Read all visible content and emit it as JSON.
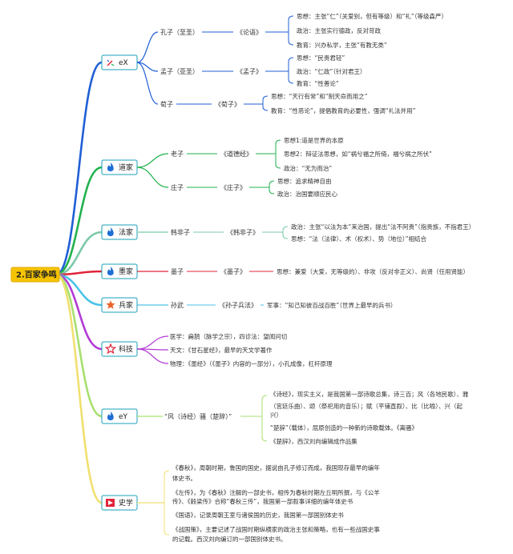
{
  "root": {
    "label": "2.百家争鸣"
  },
  "colors": {
    "rujia": "#1f5fd6",
    "daojia": "#21b24d",
    "fajia": "#7cc9a8",
    "mojia": "#e0243a",
    "bingjia": "#4cc3e8",
    "keji": "#b23ad6",
    "wenxue": "#a8e070",
    "shixue": "#f0e070",
    "box_stroke": "#1aa0b8",
    "flame": "#1f6fd6"
  },
  "branches": [
    {
      "key": "rujia",
      "icon": "sparkle-icon",
      "label": "eX",
      "people": [
        {
          "name": "孔子（至圣）",
          "book": "《论语》",
          "items": [
            "思想：主张“仁”（关爱别，但有等级）和“礼”（等级森严）",
            "政治：主张实行德政，反对苛政",
            "教育：兴办私学，主张“有教无类”"
          ]
        },
        {
          "name": "孟子（亚圣）",
          "book": "《孟子》",
          "items": [
            "思想：“民贵君轻”",
            "政治：“仁政”（针对君王）",
            "教育：“性善论”"
          ]
        },
        {
          "name": "荀子",
          "book": "《荀子》",
          "items": [
            "思想：“天行有常”和“制天命而用之”",
            "教育：“性恶论”，提倡教育的必要性，强调“礼法并用”"
          ]
        }
      ]
    },
    {
      "key": "daojia",
      "icon": "flame-icon",
      "label": "道家",
      "people": [
        {
          "name": "老子",
          "book": "《道德经》",
          "items": [
            "思想1:道是世界的本原",
            "思想2：辩证法思想，如“祸兮福之所倚，福兮祸之所伏”",
            "政治：“无为而治”"
          ]
        },
        {
          "name": "庄子",
          "book": "《庄子》",
          "items": [
            "思想：追求精神自由",
            "政治：治国要顺应民心"
          ]
        }
      ]
    },
    {
      "key": "fajia",
      "icon": "flame-icon",
      "label": "法家",
      "people": [
        {
          "name": "韩非子",
          "book": "《韩非子》",
          "items": [
            "政治：主张“以法为本”来治国，提出“法不阿贵”（指贵族，不指君王）",
            "思想：“法（法律）、术（权术）、势（地位）”相结合"
          ]
        }
      ]
    },
    {
      "key": "mojia",
      "icon": "flame-icon",
      "label": "墨家",
      "people": [
        {
          "name": "墨子",
          "book": "《墨子》",
          "items": [
            "思想：兼爱（大爱，无等级的）、非攻（反对非正义）、尚贤（任用贤能）"
          ]
        }
      ]
    },
    {
      "key": "bingjia",
      "icon": "star-filled-icon",
      "label": "兵家",
      "people": [
        {
          "name": "孙武",
          "book": "《孙子兵法》",
          "items": [
            "军事：“知己知彼百战百胜”（世界上最早的兵书）"
          ]
        }
      ]
    },
    {
      "key": "keji",
      "icon": "star-outline-icon",
      "label": "科技",
      "items": [
        "医学：扁鹊（脉学之宗），四诊法：望闻问切",
        "天文：《甘石星经》，最早的天文学著作",
        "物理：《墨经》（《墨子》内容的一部分），小孔成像，杠杆原理"
      ]
    },
    {
      "key": "wenxue",
      "icon": "flame-icon",
      "label": "eY",
      "sub": "“风（诗经）骚（楚辞）”",
      "items": [
        [
          "《诗经》，现实主义，是我国第一部诗歌总集，诗三百；风（各地民歌）、雅",
          "（宫廷乐曲）、颂（祭祀用的音乐）；赋（平铺直叙）、比（比喻）、兴（起",
          "兴）"
        ],
        [
          "“楚辞”（载体），屈原创造的一种新的诗歌载体。《离骚》"
        ],
        [
          "《楚辞》，西汉刘向编辑成作品集"
        ]
      ]
    },
    {
      "key": "shixue",
      "icon": "flag-icon",
      "label": "史学",
      "items": [
        [
          "《春秋》，周朝时期，鲁国的国史，据说由孔子修订而成，我国现存最早的编年",
          "体史书。"
        ],
        [
          "《左传》，为《春秋》注解的一部史书，相传为春秋时期左丘明所撰，与《公羊",
          "传》、《穀梁传》合称“春秋三传”，我国第一部叙事详细的编年体史书"
        ],
        [
          "《国语》，记录周朝王室与诸侯国的历史，我国第一部国别体史书"
        ],
        [
          "《战国策》，主要记述了战国时期纵横家的政治主张和策略，也有一些战国史事",
          "的记载。西汉刘向编订的一部国别体史书。"
        ]
      ]
    }
  ]
}
